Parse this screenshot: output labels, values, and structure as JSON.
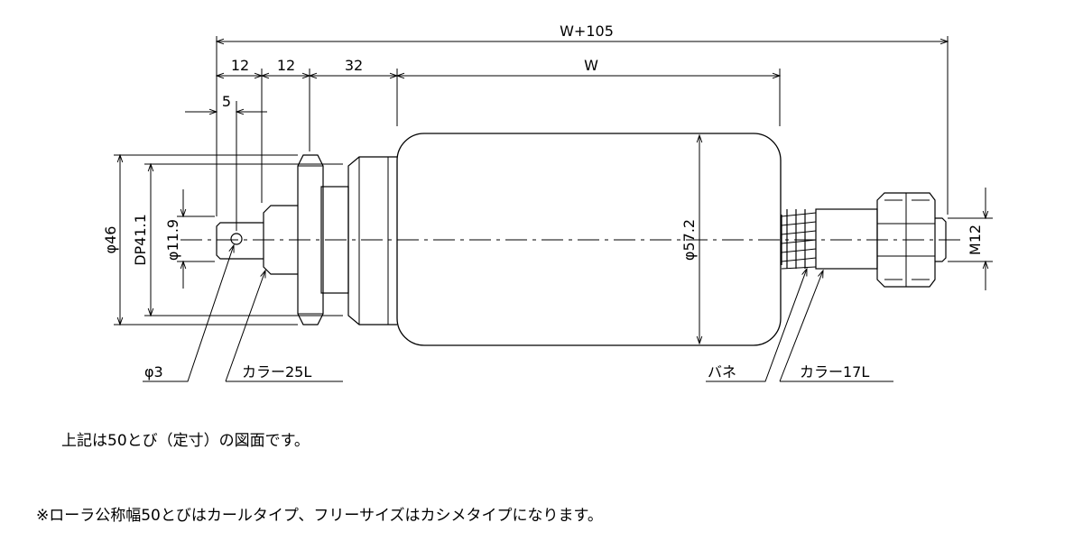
{
  "dimensions": {
    "overall": "W+105",
    "seg1": "12",
    "seg2": "12",
    "seg3": "32",
    "body_length": "W",
    "small": "5",
    "d46": "φ46",
    "dp": "DP41.1",
    "d119": "φ11.9",
    "d572": "φ57.2",
    "m12": "M12"
  },
  "callouts": {
    "hole": "φ3",
    "collar_25": "カラー25L",
    "spring": "バネ",
    "collar_17": "カラー17L"
  },
  "notes": {
    "line1": "上記は50とび（定寸）の図面です。",
    "line2": "※ローラ公称幅50とびはカールタイプ、フリーサイズはカシメタイプになります。"
  }
}
